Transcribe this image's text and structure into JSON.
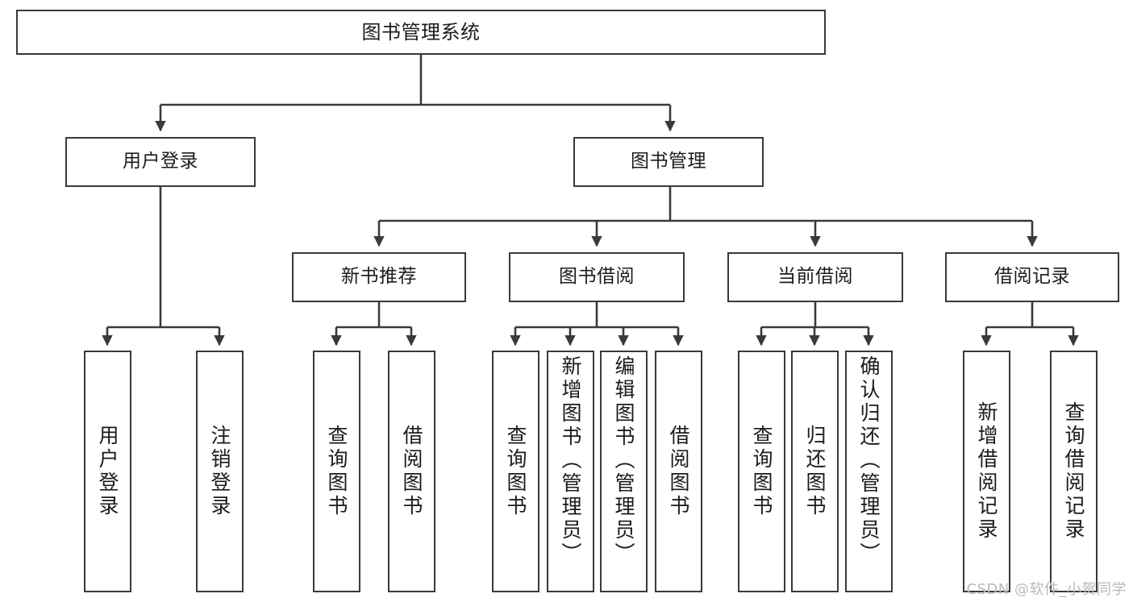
{
  "diagram": {
    "title": "图书管理系统",
    "type": "hierarchy-tree",
    "root": {
      "label": "图书管理系统"
    },
    "level2": [
      {
        "label": "用户登录"
      },
      {
        "label": "图书管理"
      }
    ],
    "level3": [
      {
        "label": "新书推荐"
      },
      {
        "label": "图书借阅"
      },
      {
        "label": "当前借阅"
      },
      {
        "label": "借阅记录"
      }
    ],
    "leaves": {
      "user_login": [
        {
          "label": "用户登录"
        },
        {
          "label": "注销登录"
        }
      ],
      "new_book_recommend": [
        {
          "label": "查询图书"
        },
        {
          "label": "借阅图书"
        }
      ],
      "book_borrow": [
        {
          "label": "查询图书"
        },
        {
          "label": "新增图书（管理员）"
        },
        {
          "label": "编辑图书（管理员）"
        },
        {
          "label": "借阅图书"
        }
      ],
      "current_borrow": [
        {
          "label": "查询图书"
        },
        {
          "label": "归还图书"
        },
        {
          "label": "确认归还（管理员）"
        }
      ],
      "borrow_record": [
        {
          "label": "新增借阅记录"
        },
        {
          "label": "查询借阅记录"
        }
      ]
    }
  },
  "watermark": {
    "text": "CSDN @软件_小贺同学"
  },
  "colors": {
    "stroke": "#3a3a3a",
    "fill": "#ffffff",
    "text": "#1b1b1b",
    "watermark": "#b9b9b9"
  }
}
